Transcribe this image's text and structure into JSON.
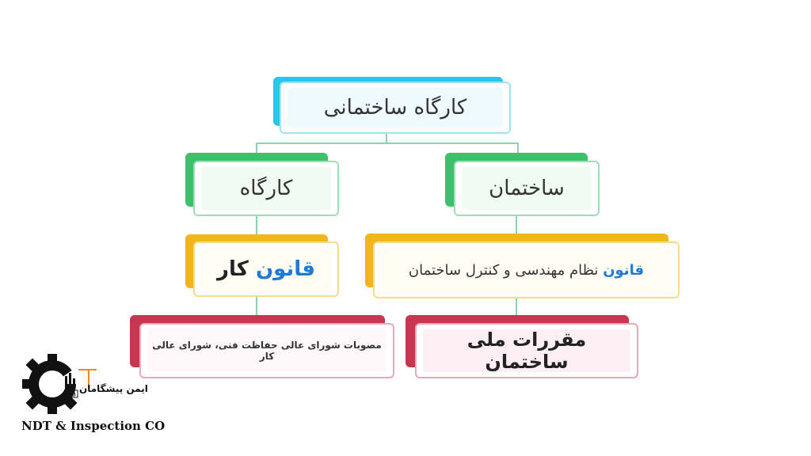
{
  "root": {
    "label": "کارگاه ساختمانی"
  },
  "left": {
    "title": "کارگاه",
    "law": {
      "word_blue": "قانون",
      "word_rest": "کار"
    },
    "regs": "مصوبات شورای عالی حفاظت فنی، شورای عالی کار"
  },
  "right": {
    "title": "ساختمان",
    "law": {
      "word_blue": "قانون",
      "word_rest": "نظام مهندسی و کنترل ساختمان"
    },
    "regs": "مقررات ملی ساختمان"
  },
  "logo": {
    "brand_fa": "ایمن پیشگامان",
    "company": "NDT & Inspection CO",
    "badge": "PB"
  },
  "colors": {
    "cyan": "#29c7ea",
    "green": "#3cc06b",
    "orange": "#f3b51c",
    "crimson": "#c8374f",
    "connector": "#8fd3ad",
    "blue_text": "#1e7ad6"
  }
}
